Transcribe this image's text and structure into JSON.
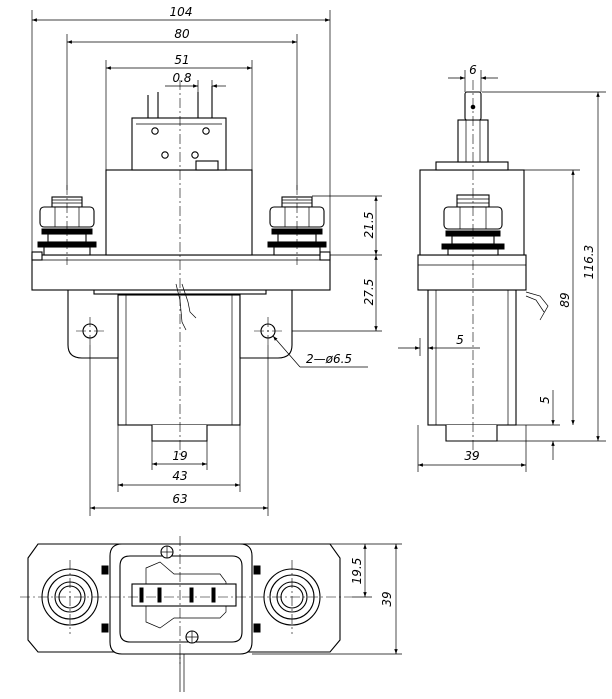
{
  "dimensions": {
    "front_total_width": "104",
    "front_terminal_spacing": "80",
    "front_cover_width": "51",
    "front_pin_pitch": "0.8",
    "front_terminal_height": "21.5",
    "front_flange_height": "27.5",
    "front_hole_callout": "2—ø6.5",
    "front_bottom_19": "19",
    "front_body_width": "43",
    "front_mount_spacing": "63",
    "side_pin_width": "6",
    "side_total_height": "116.3",
    "side_body_height": "89",
    "side_offset_left": "5",
    "side_offset_bottom": "5",
    "side_width": "39",
    "bottom_half_height": "19.5",
    "bottom_height": "39"
  }
}
